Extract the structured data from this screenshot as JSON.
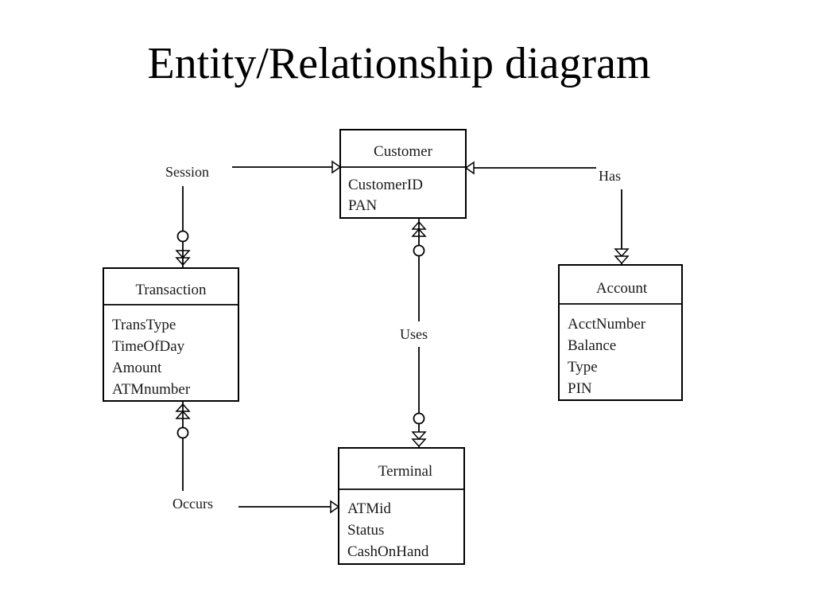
{
  "title": "Entity/Relationship diagram",
  "entities": {
    "customer": {
      "name": "Customer",
      "attributes": [
        "CustomerID",
        "PAN"
      ]
    },
    "transaction": {
      "name": "Transaction",
      "attributes": [
        "TransType",
        "TimeOfDay",
        "Amount",
        "ATMnumber"
      ]
    },
    "account": {
      "name": "Account",
      "attributes": [
        "AcctNumber",
        "Balance",
        "Type",
        "PIN"
      ]
    },
    "terminal": {
      "name": "Terminal",
      "attributes": [
        "ATMid",
        "Status",
        "CashOnHand"
      ]
    }
  },
  "relationships": {
    "session": "Session",
    "has": "Has",
    "uses": "Uses",
    "occurs": "Occurs"
  }
}
